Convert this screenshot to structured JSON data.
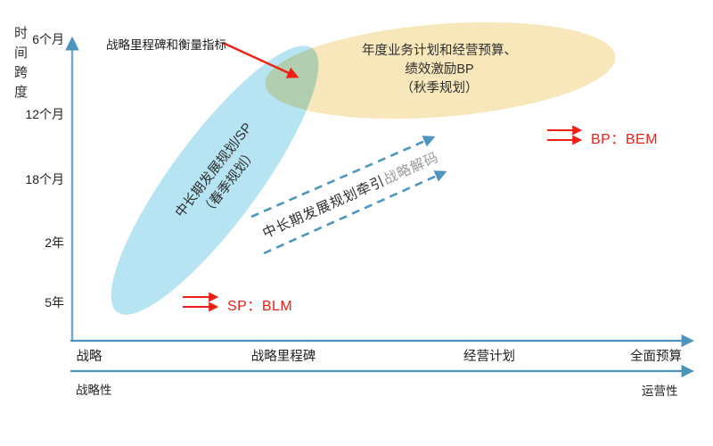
{
  "colors": {
    "axis_blue": "#4d94bc",
    "dash_blue": "#4e96be",
    "red": "#f01e14",
    "blue_ellipse": "#b7e4f3",
    "yellow_ellipse": "#f7e7ba"
  },
  "y_axis": {
    "title": "时间跨度",
    "ticks": [
      "6个月",
      "12个月",
      "18个月",
      "2年",
      "5年"
    ]
  },
  "x_axis": {
    "labels": [
      "战略",
      "战略里程碑",
      "经营计划",
      "全面预算"
    ]
  },
  "bottom_axis": {
    "left_label": "战略性",
    "right_label": "运营性"
  },
  "annotation": {
    "label": "战略里程碑和衡量指标"
  },
  "blue_ellipse": {
    "line1": "中长期发展规划/SP",
    "line2": "（春季规划）"
  },
  "yellow_ellipse": {
    "line1": "年度业务计划和经营预算、",
    "line2": "绩效激励BP",
    "line3": "（秋季规划）"
  },
  "dashed_arrow": {
    "text_dark": "中长期发展规划牵引",
    "text_light": "战略解码"
  },
  "sp_label": "SP：BLM",
  "bp_label": "BP：BEM"
}
